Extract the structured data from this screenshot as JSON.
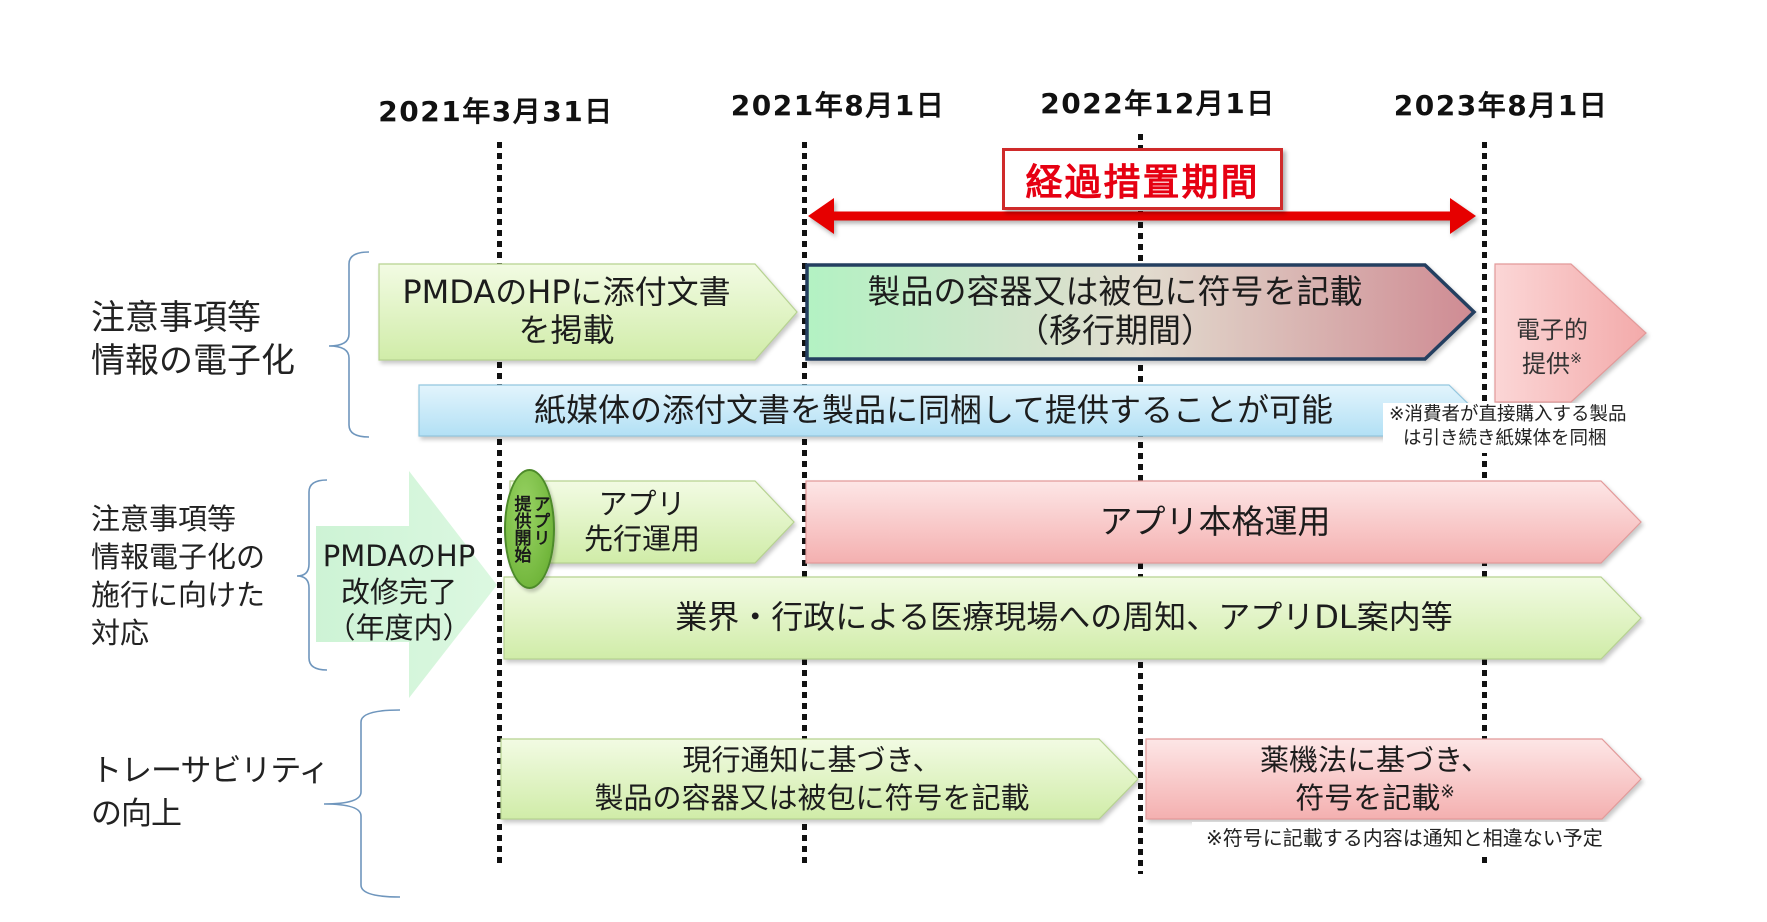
{
  "timeline": {
    "dates": [
      "2021年3月31日",
      "2021年8月1日",
      "2022年12月1日",
      "2023年8月1日"
    ]
  },
  "transition_label": "経過措置期間",
  "rows": {
    "electronic": {
      "label": "注意事項等\n情報の電子化",
      "pmda_hp": "PMDAのHPに添付文書\nを掲載",
      "container_marking": "製品の容器又は被包に符号を記載\n（移行期間）",
      "electronic_provision": {
        "line1": "電子的",
        "line2": "提供",
        "mark": "※"
      },
      "paper": "紙媒体の添付文書を製品に同梱して提供することが可能",
      "paper_note": {
        "line1": "※消費者が直接購入する製品",
        "line2": "は引き続き紙媒体を同梱"
      }
    },
    "implementation": {
      "label": "注意事項等\n情報電子化の\n施行に向けた\n対応",
      "pmda_hp_done": "PMDAのHP\n改修完了\n（年度内）",
      "app_launch": "アプリ\n提供開始",
      "app_pilot": "アプリ\n先行運用",
      "app_full": "アプリ本格運用",
      "outreach": "業界・行政による医療現場への周知、アプリDL案内等"
    },
    "traceability": {
      "label": "トレーサビリティ\nの向上",
      "current_notice": "現行通知に基づき、\n製品の容器又は被包に符号を記載",
      "pmd_act": {
        "line1": "薬機法に基づき、",
        "line2": "符号を記載",
        "mark": "※"
      },
      "note": "※符号に記載する内容は通知と相違ない予定"
    }
  },
  "colors": {
    "transition_red": "#e60012",
    "green_arrow": "#d3eeb0",
    "pink_arrow": "#f6b3b3",
    "blue_bar": "#b4e1f5",
    "transition_border": "#243f60",
    "app_launch_ellipse": "#73b73d"
  }
}
